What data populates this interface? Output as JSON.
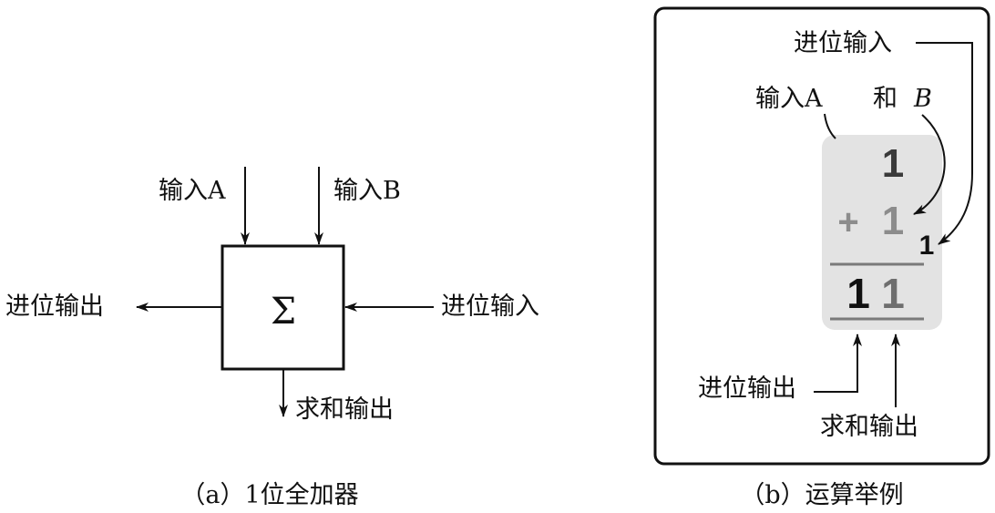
{
  "panel_a": {
    "input_a": "输入A",
    "input_b": "输入B",
    "sigma": "Σ",
    "carry_out": "进位输出",
    "carry_in": "进位输入",
    "sum_out": "求和输出",
    "caption": "（a）1位全加器"
  },
  "panel_b": {
    "carry_in": "进位输入",
    "input_a": "输入A",
    "and_text": "和",
    "b_letter": "B",
    "digit_top": "1",
    "plus": "+",
    "digit_mid": "1",
    "carry_small": "1",
    "result_left": "1",
    "result_right": "1",
    "carry_out": "进位输出",
    "sum_out": "求和输出",
    "caption": "（b）运算举例"
  },
  "colors": {
    "line": "#111111",
    "card_bg": "#e3e3e3",
    "gray_digit": "#8c8c8c",
    "dark_digit": "#3a3a3a",
    "rule": "#7a7a7a"
  }
}
